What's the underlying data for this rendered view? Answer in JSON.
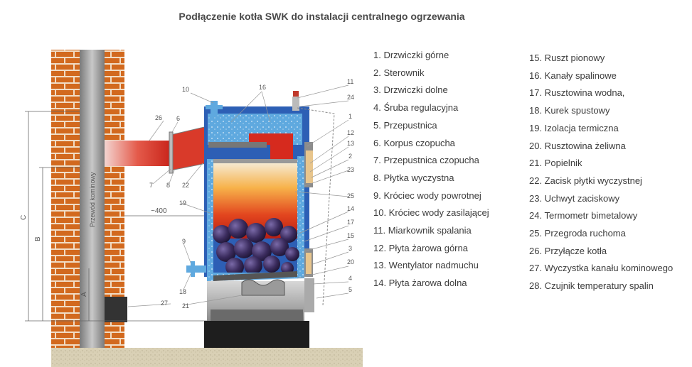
{
  "title": "Podłączenie kotła SWK do instalacji centralnego ogrzewania",
  "legend_left": [
    "1. Drzwiczki górne",
    "2. Sterownik",
    "3. Drzwiczki dolne",
    "4. Śruba regulacyjna",
    "5. Przepustnica",
    "6. Korpus czopucha",
    "7. Przepustnica czopucha",
    "8. Płytka wyczystna",
    "9. Króciec wody powrotnej",
    "10. Króciec wody zasilającej",
    "11. Miarkownik spalania",
    "12. Płyta żarowa górna",
    "13. Wentylator nadmuchu",
    "14. Płyta żarowa dolna"
  ],
  "legend_right": [
    "15. Ruszt pionowy",
    "16. Kanały spalinowe",
    "17. Rusztowina wodna,",
    "18. Kurek spustowy",
    "19. Izolacja termiczna",
    "20. Rusztowina żeliwna",
    "21. Popielnik",
    "22. Zacisk płytki wyczystnej",
    "23. Uchwyt zaciskowy",
    "24. Termometr bimetalowy",
    "25. Przegroda ruchoma",
    "26. Przyłącze kotła",
    "27. Wyczystka kanału kominowego",
    "28. Czujnik temperatury spalin"
  ],
  "diagram_labels": {
    "chimney_text": "Przewód kominowy",
    "distance": "~400",
    "dim_a": "A",
    "dim_b": "B",
    "dim_c": "C",
    "n1": "1",
    "n2": "2",
    "n3": "3",
    "n4": "4",
    "n5": "5",
    "n6": "6",
    "n7": "7",
    "n8": "8",
    "n9": "9",
    "n10": "10",
    "n11": "11",
    "n12": "12",
    "n13": "13",
    "n14": "14",
    "n15": "15",
    "n16": "16",
    "n17": "17",
    "n18": "18",
    "n19": "19",
    "n20": "20",
    "n21": "21",
    "n22": "22",
    "n23": "23",
    "n24": "24",
    "n25": "25",
    "n26": "26",
    "n27": "27"
  },
  "colors": {
    "brick": "#d2691e",
    "mortar": "#f1dcc4",
    "boiler_blue": "#2d5fb5",
    "insulation": "#5fa9df",
    "flame_red": "#d62a1e",
    "coal": "#3a2a55",
    "ground": "#d9d0b5"
  }
}
